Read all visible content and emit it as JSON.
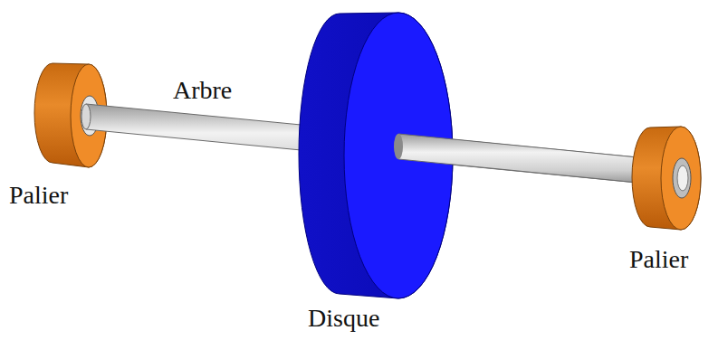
{
  "diagram": {
    "labels": [
      "Arbre",
      "Palier",
      "Palier",
      "Disque"
    ]
  }
}
